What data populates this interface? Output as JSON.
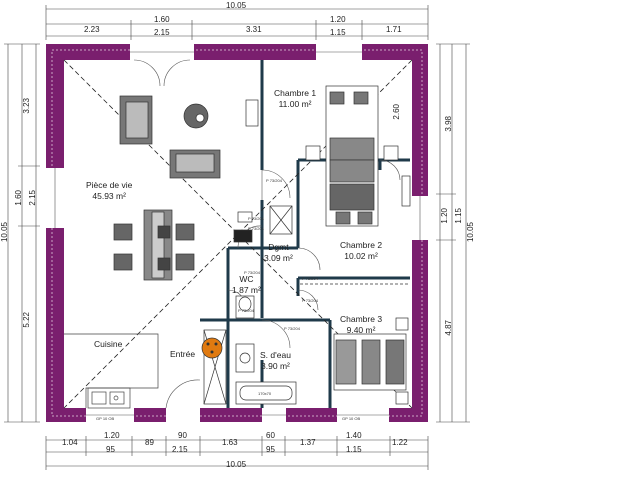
{
  "plan": {
    "colors": {
      "wall": "#7a1f6e",
      "partition": "#1f3a4a",
      "dim": "#333333",
      "accent": "#e07a10"
    },
    "rooms": {
      "living": {
        "name": "Pièce de vie",
        "area": "45.93 m²"
      },
      "bed1": {
        "name": "Chambre 1",
        "area": "11.00 m²"
      },
      "bed2": {
        "name": "Chambre 2",
        "area": "10.02 m²"
      },
      "bed3": {
        "name": "Chambre 3",
        "area": "9.40 m²"
      },
      "storage": {
        "name": "Dgmt",
        "area": "3.09 m²"
      },
      "wc": {
        "name": "WC",
        "area": "1.87 m²"
      },
      "bath": {
        "name": "S. d'eau",
        "area": "3.90 m²"
      },
      "kitchen": {
        "name": "Cuisine"
      },
      "entry": {
        "name": "Entrée"
      }
    },
    "dims_top": {
      "total": "10.05",
      "row2": [
        "2.23",
        "1.60",
        "3.31",
        "1.20",
        "1.71"
      ],
      "row3": [
        "2.15",
        "1.15"
      ]
    },
    "dims_bottom": {
      "row1": [
        "1.04",
        "1.20",
        "89",
        "90",
        "1.63",
        "60",
        "1.37",
        "1.40",
        "1.22"
      ],
      "row2": [
        "95",
        "2.15",
        "95",
        "1.15"
      ],
      "total": "10.05"
    },
    "dims_left": {
      "total": "10.05",
      "a": [
        "3.23",
        "1.60",
        "5.22"
      ],
      "b": [
        "2.15"
      ]
    },
    "dims_right": {
      "total": "10.05",
      "a": [
        "3.98",
        "1.20",
        "4.87"
      ],
      "b": [
        "2.60",
        "1.15"
      ]
    },
    "tags": {
      "window_bottom1": "GP 10 OB",
      "window_bottom2": "GP 10 OB",
      "door1": "P 73/204",
      "door2": "P 73/204",
      "door3": "P 73/204",
      "door4": "P 73/204",
      "door5": "P 73/204",
      "door6": "P 73/204",
      "door7": "P 73/204",
      "door8": "P 73/204",
      "bathtub": "170x70"
    }
  }
}
